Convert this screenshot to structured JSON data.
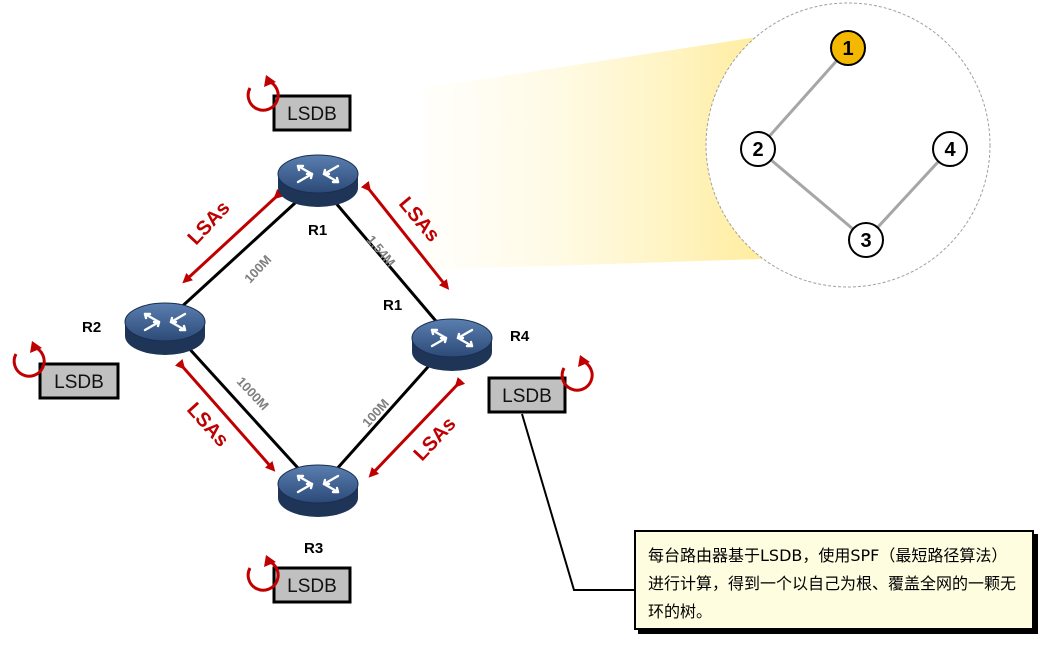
{
  "routers": [
    {
      "id": "r1",
      "label": "R1"
    },
    {
      "id": "r2",
      "label": "R2"
    },
    {
      "id": "r3",
      "label": "R3"
    },
    {
      "id": "r4",
      "label": "R4"
    }
  ],
  "extra_label": "R1",
  "links": {
    "r1_r2": "100M",
    "r1_r4": "1.54M",
    "r2_r3": "1000M",
    "r3_r4": "100M"
  },
  "lsas_label": "LSAs",
  "lsdb_label": "LSDB",
  "tree_nodes": [
    "1",
    "2",
    "3",
    "4"
  ],
  "note_text": "每台路由器基于LSDB，使用SPF（最短路径算法）进行计算，得到一个以自己为根、覆盖全网的一颗无环的树。",
  "colors": {
    "router_fill": "#2f4f7a",
    "link": "#000000",
    "arrow": "#c00000",
    "lsdb_fill": "#c0c0c0",
    "root_node": "#f5b800",
    "tree_edge": "#a6a6a6",
    "note_fill": "#fffde0",
    "beam": "#fff3b0"
  }
}
